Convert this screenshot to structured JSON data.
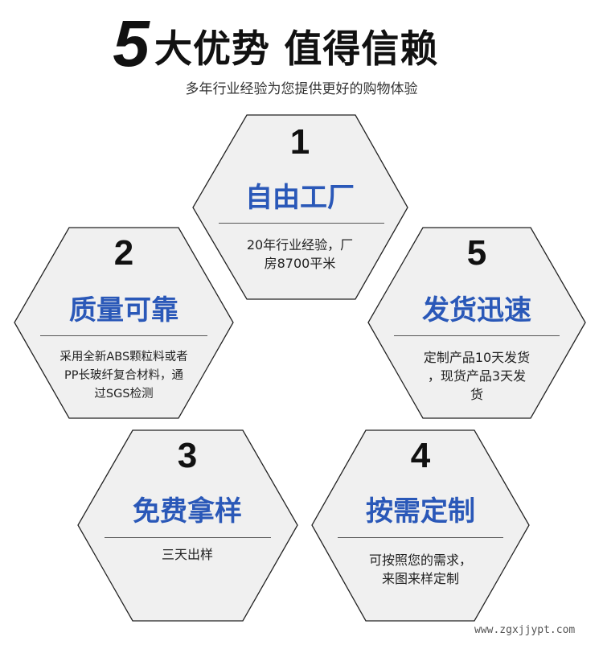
{
  "header": {
    "number": "5",
    "title": "大优势 值得信赖",
    "subtitle": "多年行业经验为您提供更好的购物体验"
  },
  "advantages": [
    {
      "number": "1",
      "title": "自由工厂",
      "desc": [
        "20年行业经验，厂",
        "房8700平米"
      ]
    },
    {
      "number": "2",
      "title": "质量可靠",
      "desc": [
        "采用全新ABS颗粒料或者",
        "PP长玻纤复合材料，通",
        "过SGS检测"
      ]
    },
    {
      "number": "5",
      "title": "发货迅速",
      "desc": [
        "定制产品10天发货",
        "，现货产品3天发",
        "货"
      ]
    },
    {
      "number": "3",
      "title": "免费拿样",
      "desc": [
        "三天出样"
      ]
    },
    {
      "number": "4",
      "title": "按需定制",
      "desc": [
        "可按照您的需求，",
        "来图来样定制"
      ]
    }
  ],
  "watermark": "www.zgxjjypt.com",
  "colors": {
    "accent": "#2a58b8",
    "hex_fill": "#f0f0f0",
    "hex_stroke": "#222222"
  }
}
